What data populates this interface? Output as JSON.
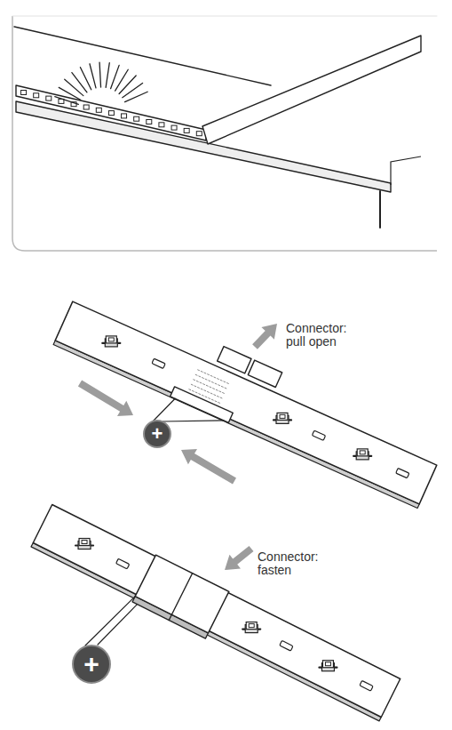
{
  "diagram": {
    "nodes": [
      {
        "text": [
          "+"
        ]
      },
      {
        "text": [
          "+"
        ]
      }
    ],
    "labels": [
      "Connector: pull open",
      "Connector: fasten"
    ]
  }
}
